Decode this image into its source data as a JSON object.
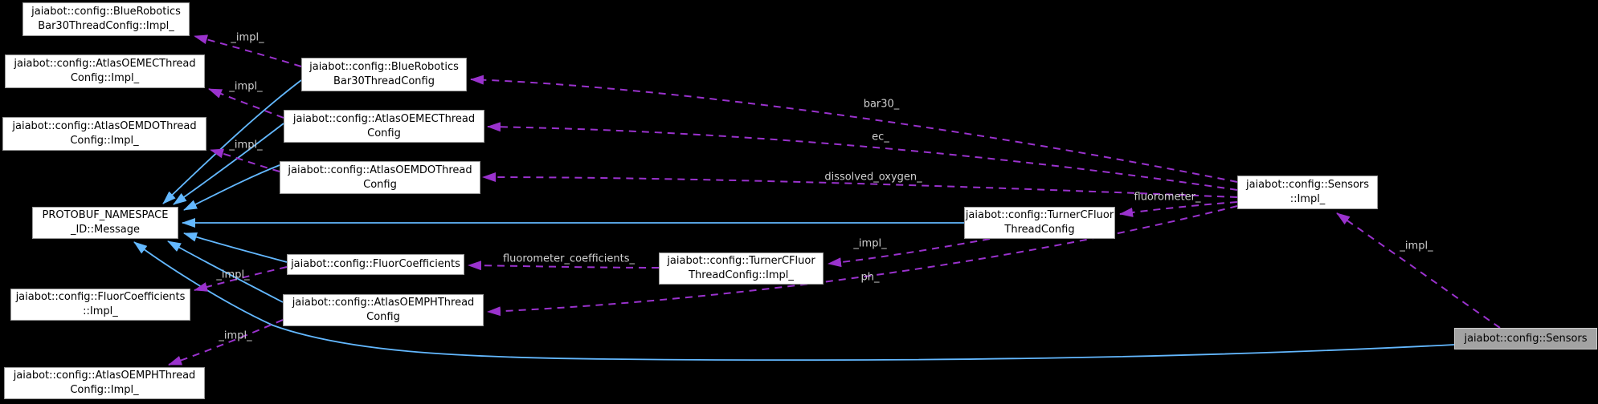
{
  "diagram": {
    "type": "doxygen-collaboration-graph",
    "colors": {
      "background": "#000000",
      "node_fill": "#ffffff",
      "node_border": "#9a9a9a",
      "node_text": "#000000",
      "highlight_fill": "#a3a3a3",
      "highlight_border": "#c8c8c8",
      "inheritance_edge": "#63b8ff",
      "usage_edge": "#9a32cd",
      "edge_label_text": "#d0d0d0"
    }
  },
  "nodes": {
    "bar30_thread_impl": {
      "label": "jaiabot::config::BlueRobotics\nBar30ThreadConfig::Impl_"
    },
    "atlas_ec_thread_impl": {
      "label": "jaiabot::config::AtlasOEMECThread\nConfig::Impl_"
    },
    "atlas_do_thread_impl": {
      "label": "jaiabot::config::AtlasOEMDOThread\nConfig::Impl_"
    },
    "bar30_thread": {
      "label": "jaiabot::config::BlueRobotics\nBar30ThreadConfig"
    },
    "atlas_ec_thread": {
      "label": "jaiabot::config::AtlasOEMECThread\nConfig"
    },
    "atlas_do_thread": {
      "label": "jaiabot::config::AtlasOEMDOThread\nConfig"
    },
    "protobuf_message": {
      "label": "PROTOBUF_NAMESPACE\n_ID::Message"
    },
    "fluor_coefficients": {
      "label": "jaiabot::config::FluorCoefficients"
    },
    "fluor_coefficients_impl": {
      "label": "jaiabot::config::FluorCoefficients\n::Impl_"
    },
    "atlas_ph_thread": {
      "label": "jaiabot::config::AtlasOEMPHThread\nConfig"
    },
    "atlas_ph_thread_impl": {
      "label": "jaiabot::config::AtlasOEMPHThread\nConfig::Impl_"
    },
    "turner_cfluor_thread_impl": {
      "label": "jaiabot::config::TurnerCFluor\nThreadConfig::Impl_"
    },
    "turner_cfluor_thread": {
      "label": "jaiabot::config::TurnerCFluor\nThreadConfig"
    },
    "sensors_impl": {
      "label": "jaiabot::config::Sensors\n::Impl_"
    },
    "sensors": {
      "label": "jaiabot::config::Sensors"
    }
  },
  "labels": {
    "impl": "_impl_",
    "bar30": "bar30_",
    "ec": "ec_",
    "dissolved_oxygen": "dissolved_oxygen_",
    "fluorometer": "fluorometer_",
    "fluorometer_coefficients": "fluorometer_coefficients_",
    "ph": "ph_"
  }
}
